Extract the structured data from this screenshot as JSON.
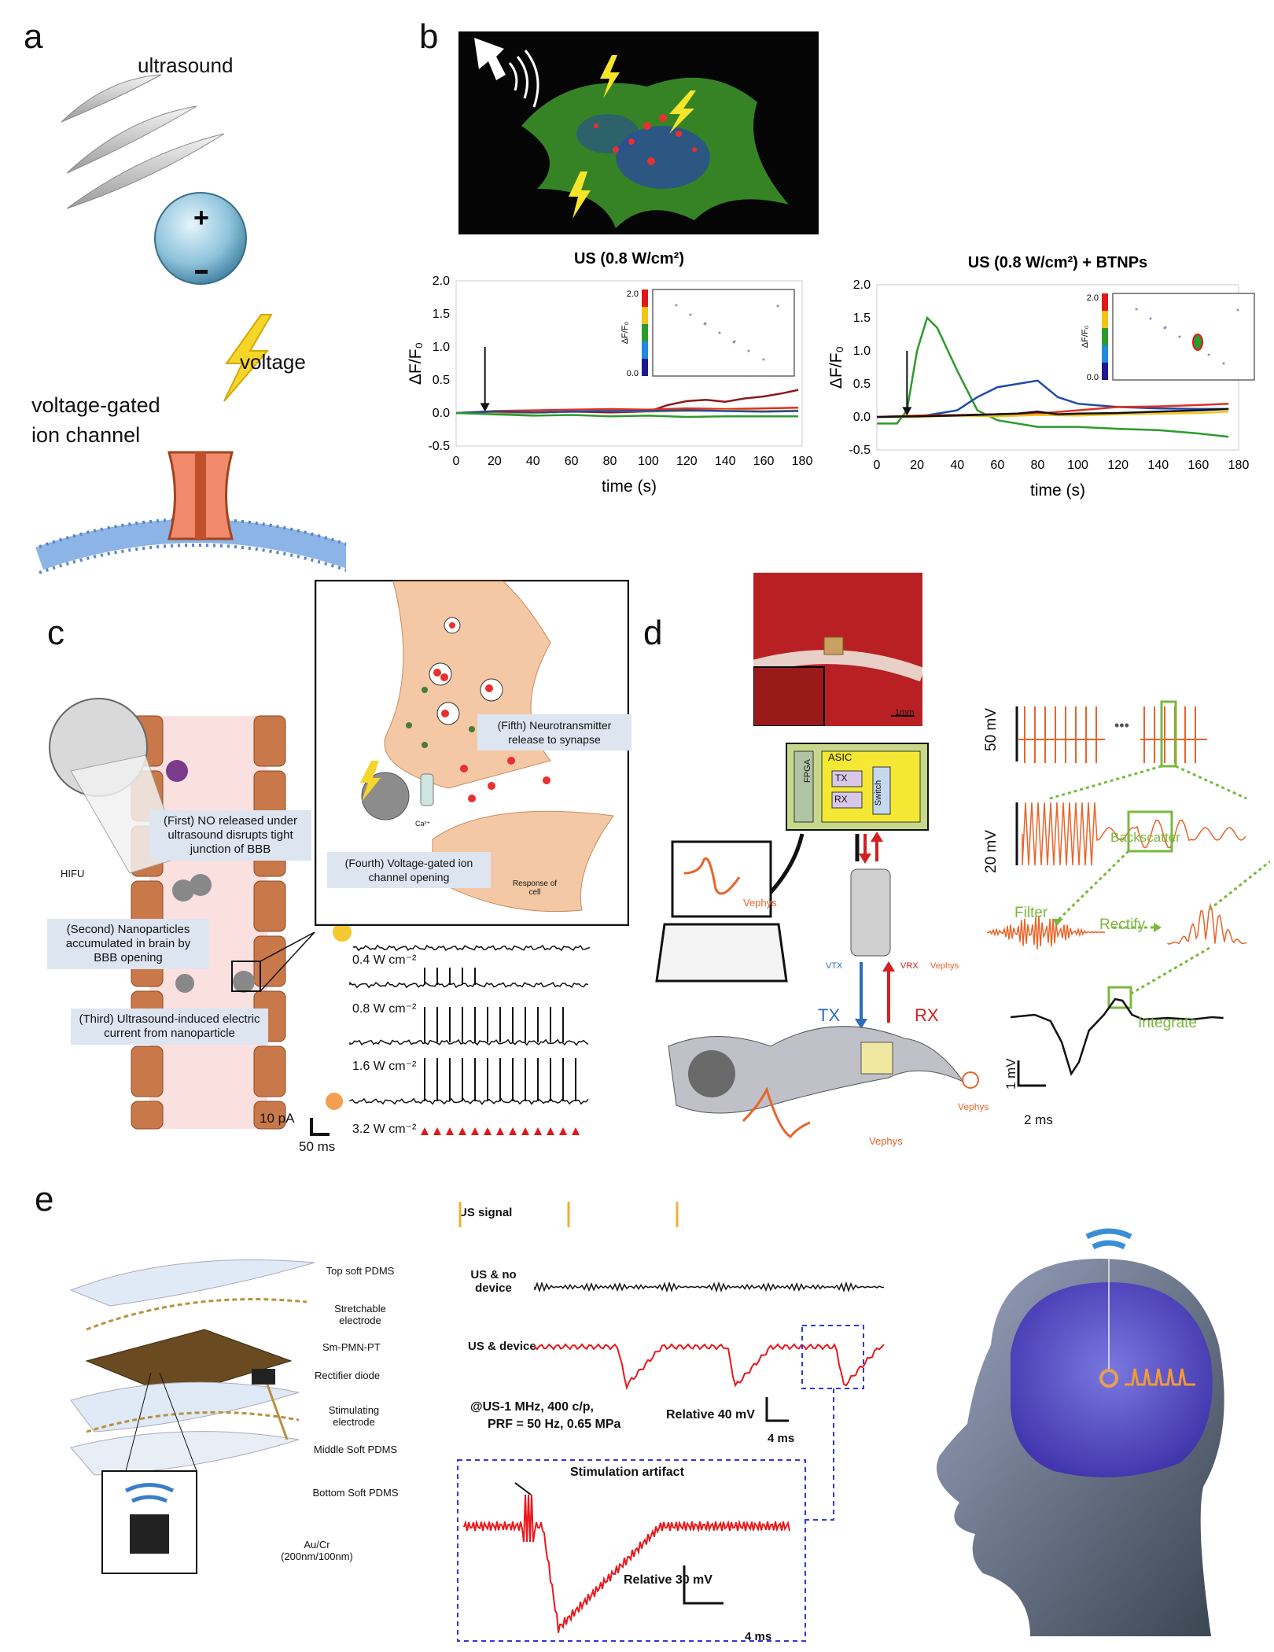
{
  "panels": {
    "a": "a",
    "b": "b",
    "c": "c",
    "d": "d",
    "e": "e"
  },
  "panel_a": {
    "ultrasound": "ultrasound",
    "voltage": "voltage",
    "channel_line1": "voltage-gated",
    "channel_line2": "ion channel"
  },
  "chart_data": [
    {
      "type": "line",
      "title": "US (0.8 W/cm²)",
      "xlabel": "time (s)",
      "ylabel": "ΔF/F₀",
      "xlim": [
        0,
        180
      ],
      "ylim": [
        -0.5,
        2.0
      ],
      "xticks": [
        0,
        20,
        40,
        60,
        80,
        100,
        120,
        140,
        160,
        180
      ],
      "yticks": [
        -0.5,
        0.0,
        0.5,
        1.0,
        1.5,
        2.0
      ],
      "inset_scale": [
        "2.0",
        "0.0"
      ],
      "inset_label": "ΔF/F₀",
      "arrow_at": 15,
      "series": [
        {
          "color": "#8b1a1a",
          "x": [
            0,
            20,
            40,
            60,
            80,
            100,
            110,
            120,
            130,
            140,
            150,
            160,
            170,
            178
          ],
          "y": [
            0,
            0,
            0,
            0.02,
            0.01,
            0.02,
            0.12,
            0.18,
            0.2,
            0.17,
            0.22,
            0.25,
            0.3,
            0.35
          ]
        },
        {
          "color": "#e03020",
          "x": [
            0,
            20,
            40,
            60,
            80,
            100,
            120,
            140,
            160,
            178
          ],
          "y": [
            0,
            0.03,
            0.04,
            0.05,
            0.06,
            0.05,
            0.07,
            0.06,
            0.07,
            0.08
          ]
        },
        {
          "color": "#f0c419",
          "x": [
            0,
            20,
            40,
            60,
            80,
            100,
            120,
            140,
            160,
            178
          ],
          "y": [
            0,
            0.01,
            0.0,
            0.02,
            0.03,
            0.02,
            0.03,
            0.04,
            0.03,
            0.04
          ]
        },
        {
          "color": "#1f4aa8",
          "x": [
            0,
            20,
            40,
            60,
            80,
            100,
            120,
            140,
            160,
            178
          ],
          "y": [
            0,
            0.02,
            0.01,
            0.02,
            0.03,
            0.03,
            0.04,
            0.03,
            0.02,
            0.03
          ]
        },
        {
          "color": "#2d9a2d",
          "x": [
            0,
            20,
            40,
            60,
            80,
            100,
            120,
            140,
            160,
            178
          ],
          "y": [
            0,
            -0.02,
            -0.04,
            -0.03,
            -0.05,
            -0.04,
            -0.06,
            -0.05,
            -0.05,
            -0.05
          ]
        }
      ]
    },
    {
      "type": "line",
      "title": "US (0.8 W/cm²) + BTNPs",
      "xlabel": "time (s)",
      "ylabel": "ΔF/F₀",
      "xlim": [
        0,
        180
      ],
      "ylim": [
        -0.5,
        2.0
      ],
      "xticks": [
        0,
        20,
        40,
        60,
        80,
        100,
        120,
        140,
        160,
        180
      ],
      "yticks": [
        -0.5,
        0.0,
        0.5,
        1.0,
        1.5,
        2.0
      ],
      "inset_scale": [
        "2.0",
        "0.0"
      ],
      "inset_label": "ΔF/F₀",
      "arrow_at": 15,
      "series": [
        {
          "color": "#2d9a2d",
          "x": [
            0,
            10,
            15,
            20,
            25,
            30,
            40,
            50,
            60,
            70,
            80,
            100,
            120,
            140,
            160,
            175
          ],
          "y": [
            -0.1,
            -0.1,
            0.1,
            1.0,
            1.5,
            1.35,
            0.7,
            0.1,
            -0.05,
            -0.1,
            -0.15,
            -0.15,
            -0.18,
            -0.2,
            -0.25,
            -0.3
          ]
        },
        {
          "color": "#1f4aa8",
          "x": [
            0,
            20,
            40,
            50,
            60,
            70,
            80,
            90,
            100,
            120,
            140,
            160,
            175
          ],
          "y": [
            0,
            0,
            0.1,
            0.3,
            0.45,
            0.5,
            0.55,
            0.3,
            0.2,
            0.15,
            0.13,
            0.12,
            0.12
          ]
        },
        {
          "color": "#e03020",
          "x": [
            0,
            20,
            40,
            60,
            80,
            100,
            120,
            140,
            160,
            175
          ],
          "y": [
            0,
            0.02,
            0.03,
            0.04,
            0.05,
            0.1,
            0.15,
            0.16,
            0.18,
            0.2
          ]
        },
        {
          "color": "#f0c419",
          "x": [
            0,
            20,
            40,
            60,
            80,
            100,
            120,
            140,
            160,
            175
          ],
          "y": [
            0,
            0.0,
            0.02,
            0.01,
            0.03,
            0.02,
            0.04,
            0.05,
            0.06,
            0.08
          ]
        },
        {
          "color": "#111111",
          "x": [
            0,
            20,
            40,
            60,
            70,
            80,
            90,
            100,
            120,
            140,
            160,
            175
          ],
          "y": [
            0,
            0.01,
            0.02,
            0.04,
            0.05,
            0.08,
            0.04,
            0.05,
            0.06,
            0.08,
            0.1,
            0.12
          ]
        }
      ]
    }
  ],
  "panel_c": {
    "hifu": "HIFU",
    "step1": "(First) NO released under ultrasound disrupts tight junction of BBB",
    "step2": "(Second)  Nanoparticles accumulated in brain by BBB opening",
    "step3": "(Third) Ultrasound-induced electric current from nanoparticle",
    "step4": "(Fourth) Voltage-gated ion channel opening",
    "step5": "(Fifth) Neurotransmitter release to synapse",
    "ca": "Ca²⁺",
    "response": "Response of cell",
    "intensities": [
      "0.4 W cm⁻²",
      "0.8 W cm⁻²",
      "1.6 W cm⁻²",
      "3.2 W cm⁻²"
    ],
    "scale_current": "10 pA",
    "scale_time": "50 ms"
  },
  "panel_d": {
    "scale_photo": "1mm",
    "asic": "ASIC",
    "fpga": "FPGA",
    "tx_box": "TX",
    "rx_box": "RX",
    "switch": "Switch",
    "v_ephys": "Vephys",
    "v_tx": "VTX",
    "v_rx": "VRX",
    "tx": "TX",
    "rx": "RX",
    "scale_50": "50 mV",
    "scale_20": "20 mV",
    "backscatter": "Backscatter",
    "filter": "Filter",
    "rectify": "Rectify",
    "integrate": "Integrate",
    "scale_1": "1 mV",
    "scale_2ms": "2 ms",
    "dots": "•••"
  },
  "panel_e": {
    "layers": [
      "Top soft PDMS",
      "Stretchable electrode",
      "Sm-PMN-PT",
      "Rectifier diode",
      "Stimulating electrode",
      "Middle Soft PDMS",
      "Bottom Soft PDMS",
      "Au/Cr (200nm/100nm)"
    ],
    "us_signal": "US signal",
    "us_no_device": "US & no device",
    "us_device": "US & device",
    "params_line1": "@US-1 MHz, 400 c/p,",
    "params_line2": "PRF = 50 Hz, 0.65 MPa",
    "relative40": "Relative 40 mV",
    "scale_4ms": "4 ms",
    "artifact": "Stimulation artifact",
    "relative30": "Relative 30 mV"
  },
  "colors": {
    "green_trace": "#2d9a2d",
    "orange_signal": "#e8642a",
    "red_trace": "#e8181c",
    "blue_dash": "#2b3bd6",
    "box_bg": "#dde5f1"
  }
}
